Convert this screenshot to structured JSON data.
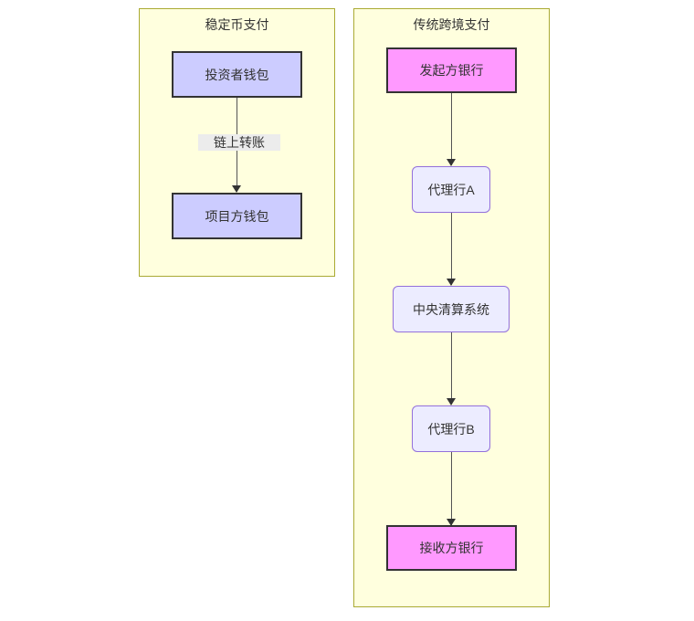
{
  "diagram": {
    "type": "flowchart",
    "direction": "top-down",
    "background": "#ffffff",
    "palette": {
      "subgraph_fill": "#ffffde",
      "subgraph_border": "#aaaa33",
      "highlight_node_fill": "#ccccff",
      "bank_node_fill": "#ff99ff",
      "default_node_fill": "#ececff",
      "default_node_border": "#9370db",
      "hard_node_border": "#333333",
      "edge_color": "#333333",
      "text_color": "#333333",
      "edge_label_bg": "#ececec"
    },
    "subgraphs": [
      {
        "id": "stablecoin",
        "title": "稳定币支付",
        "nodes": [
          {
            "id": "investor-wallet",
            "label": "投资者钱包",
            "style": "lavender-hard"
          },
          {
            "id": "project-wallet",
            "label": "项目方钱包",
            "style": "lavender-hard"
          }
        ],
        "edges": [
          {
            "from": "investor-wallet",
            "to": "project-wallet",
            "label": "链上转账"
          }
        ]
      },
      {
        "id": "traditional",
        "title": "传统跨境支付",
        "nodes": [
          {
            "id": "originating-bank",
            "label": "发起方银行",
            "style": "pink-hard"
          },
          {
            "id": "correspondent-a",
            "label": "代理行A",
            "style": "lavender-soft"
          },
          {
            "id": "clearing-system",
            "label": "中央清算系统",
            "style": "lavender-soft"
          },
          {
            "id": "correspondent-b",
            "label": "代理行B",
            "style": "lavender-soft"
          },
          {
            "id": "receiving-bank",
            "label": "接收方银行",
            "style": "pink-hard"
          }
        ],
        "edges": [
          {
            "from": "originating-bank",
            "to": "correspondent-a",
            "label": ""
          },
          {
            "from": "correspondent-a",
            "to": "clearing-system",
            "label": ""
          },
          {
            "from": "clearing-system",
            "to": "correspondent-b",
            "label": ""
          },
          {
            "from": "correspondent-b",
            "to": "receiving-bank",
            "label": ""
          }
        ]
      }
    ]
  }
}
